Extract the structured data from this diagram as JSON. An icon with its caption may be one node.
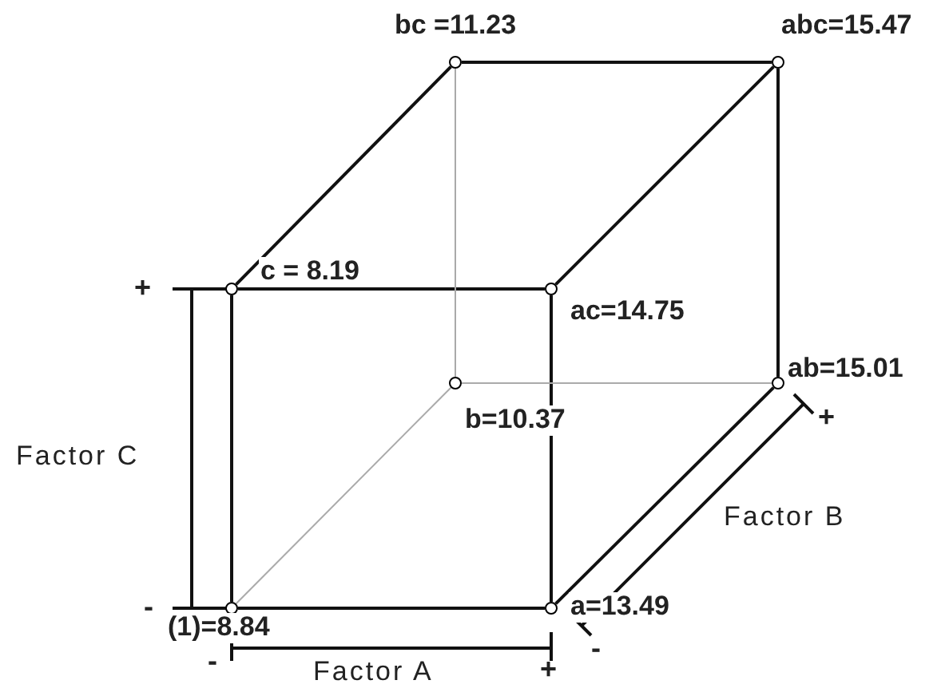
{
  "diagram": {
    "nodes": [
      {
        "text": [],
        "shape": "circle",
        "beside": [
          "(1)=8.84"
        ]
      },
      {
        "text": [],
        "shape": "circle",
        "beside": [
          "a=13.49"
        ]
      },
      {
        "text": [],
        "shape": "circle",
        "beside": [
          "b=10.37"
        ]
      },
      {
        "text": [],
        "shape": "circle",
        "beside": [
          "ab=15.01"
        ]
      },
      {
        "text": [],
        "shape": "circle",
        "beside": [
          "c = 8.19"
        ]
      },
      {
        "text": [],
        "shape": "circle",
        "beside": [
          "ac=14.75"
        ]
      },
      {
        "text": [],
        "shape": "circle",
        "beside": [
          "bc =11.23"
        ]
      },
      {
        "text": [],
        "shape": "circle",
        "beside": [
          "abc=15.47"
        ]
      }
    ],
    "edges": [
      {
        "from": 0,
        "to": 1,
        "arrow": "none"
      },
      {
        "from": 0,
        "to": 4,
        "arrow": "none"
      },
      {
        "from": 1,
        "to": 5,
        "arrow": "none"
      },
      {
        "from": 4,
        "to": 5,
        "arrow": "none"
      },
      {
        "from": 4,
        "to": 6,
        "arrow": "none"
      },
      {
        "from": 5,
        "to": 7,
        "arrow": "none"
      },
      {
        "from": 6,
        "to": 7,
        "arrow": "none"
      },
      {
        "from": 7,
        "to": 3,
        "arrow": "none"
      },
      {
        "from": 1,
        "to": 3,
        "arrow": "none"
      },
      {
        "from": 0,
        "to": 2,
        "arrow": "none",
        "color": "#aaaaaa"
      },
      {
        "from": 2,
        "to": 3,
        "arrow": "none",
        "color": "#aaaaaa"
      },
      {
        "from": 2,
        "to": 6,
        "arrow": "none",
        "color": "#aaaaaa"
      }
    ],
    "labels": [
      "+",
      "+",
      "Factor C",
      "Factor B",
      "-",
      "-",
      "-",
      "Factor A",
      "+"
    ]
  }
}
